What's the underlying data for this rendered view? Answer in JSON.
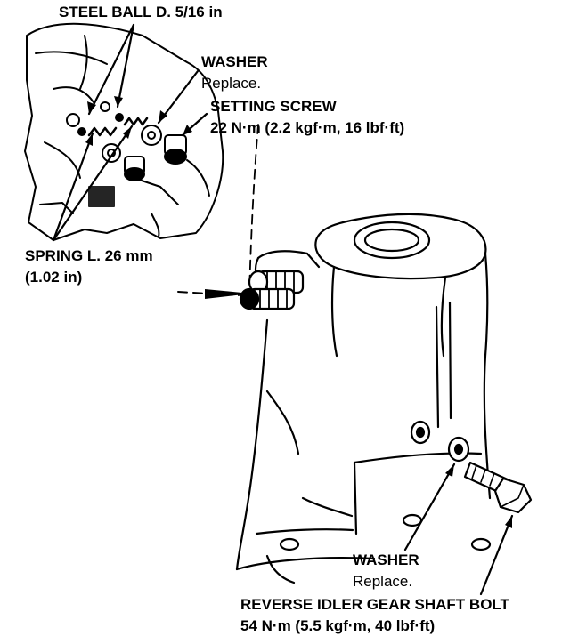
{
  "labels": {
    "steel_ball": "STEEL BALL D. 5/16 in",
    "washer_top": "WASHER",
    "washer_top_note": "Replace.",
    "setting_screw": "SETTING SCREW",
    "setting_screw_torque": "22 N·m (2.2 kgf·m, 16 lbf·ft)",
    "spring_length": "SPRING L. 26 mm",
    "spring_length_in": "(1.02 in)",
    "washer_bottom": "WASHER",
    "washer_bottom_note": "Replace.",
    "reverse_idler_bolt": "REVERSE IDLER GEAR SHAFT BOLT",
    "reverse_idler_bolt_torque": "54 N·m (5.5 kgf·m, 40 lbf·ft)"
  }
}
